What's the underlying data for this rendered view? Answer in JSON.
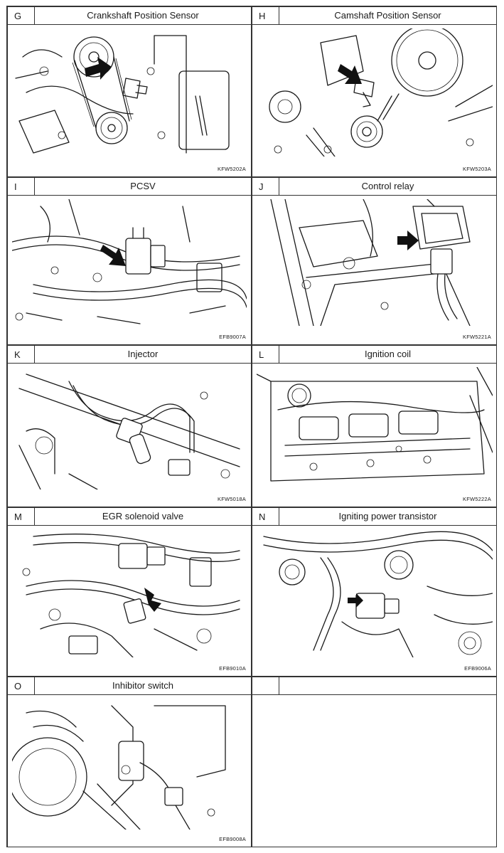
{
  "panels": [
    {
      "letter": "G",
      "title": "Crankshaft Position Sensor",
      "code": "KFW5202A"
    },
    {
      "letter": "H",
      "title": "Camshaft Position Sensor",
      "code": "KFW5203A"
    },
    {
      "letter": "I",
      "title": "PCSV",
      "code": "EFB9007A"
    },
    {
      "letter": "J",
      "title": "Control relay",
      "code": "KFW5221A"
    },
    {
      "letter": "K",
      "title": "Injector",
      "code": "KFW5018A"
    },
    {
      "letter": "L",
      "title": "Ignition coil",
      "code": "KFW5222A"
    },
    {
      "letter": "M",
      "title": "EGR solenoid valve",
      "code": "EFB9010A"
    },
    {
      "letter": "N",
      "title": "Igniting power transistor",
      "code": "EFB9006A"
    },
    {
      "letter": "O",
      "title": "Inhibitor switch",
      "code": "EFB9008A"
    }
  ],
  "icons": {
    "locator_arrow": "black-right-arrow-icon"
  }
}
